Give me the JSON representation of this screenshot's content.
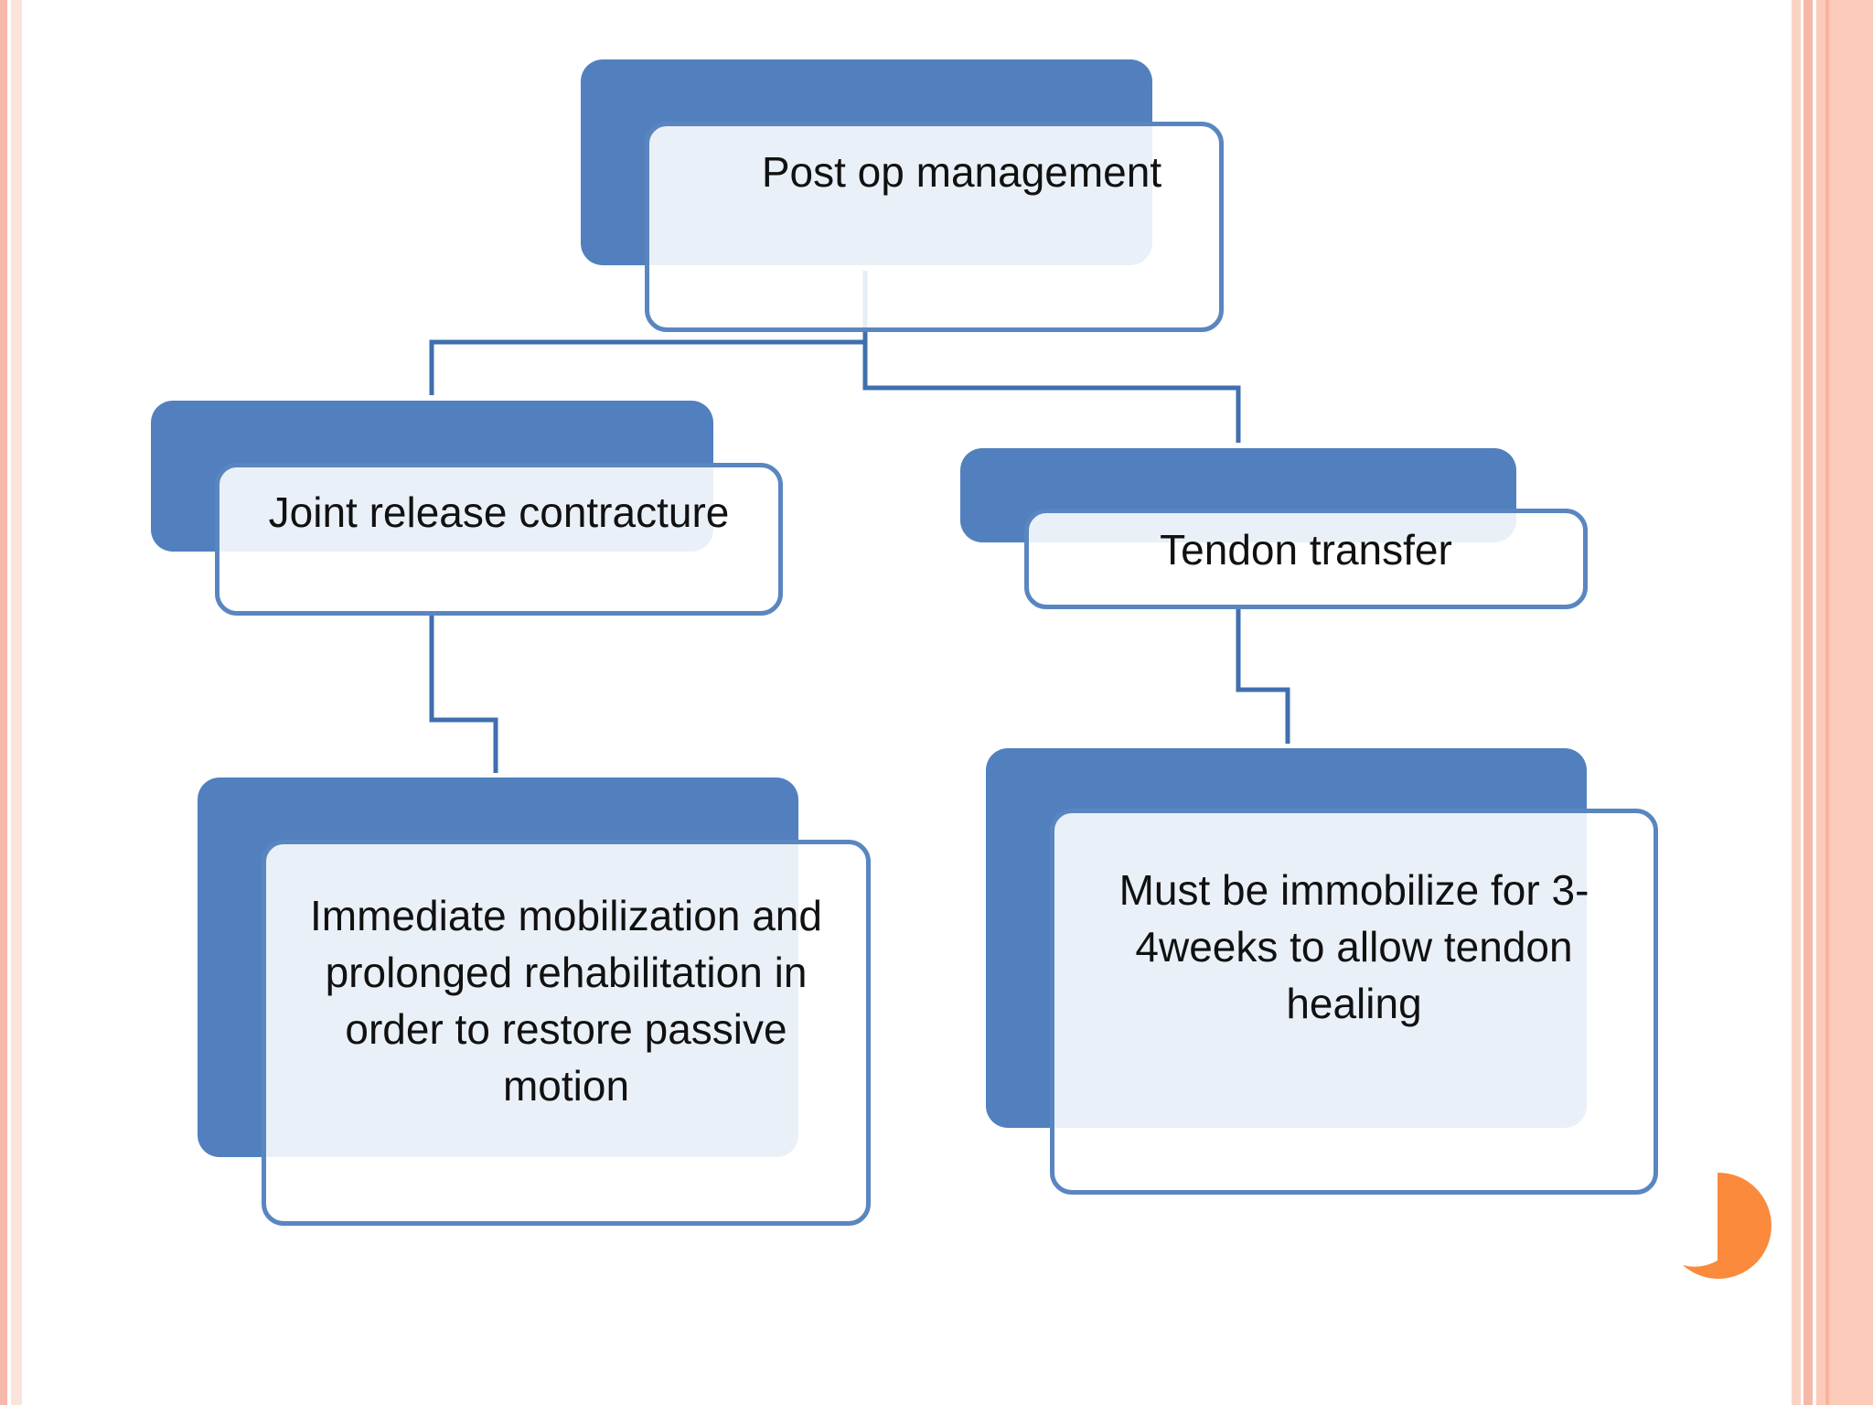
{
  "diagram": {
    "nodes": [
      {
        "id": "post-op",
        "text": "Post op management"
      },
      {
        "id": "joint-release",
        "text": "Joint release  contracture"
      },
      {
        "id": "tendon-transfer",
        "text": "Tendon transfer"
      },
      {
        "id": "immediate-mobilization",
        "text": "Immediate  mobilization and prolonged rehabilitation  in order to restore passive  motion"
      },
      {
        "id": "immobilize",
        "text": "Must be immobilize  for 3-4weeks to allow tendon healing"
      }
    ],
    "edges": [
      {
        "from": "post-op",
        "to": "joint-release"
      },
      {
        "from": "post-op",
        "to": "tendon-transfer"
      },
      {
        "from": "joint-release",
        "to": "immediate-mobilization"
      },
      {
        "from": "tendon-transfer",
        "to": "immobilize"
      }
    ]
  },
  "colors": {
    "box_fill": "#5280be",
    "box_border": "#5a86c0",
    "connector": "#3f6fae",
    "accent": "#fb8a3c",
    "frame": "#f6b8a8"
  }
}
